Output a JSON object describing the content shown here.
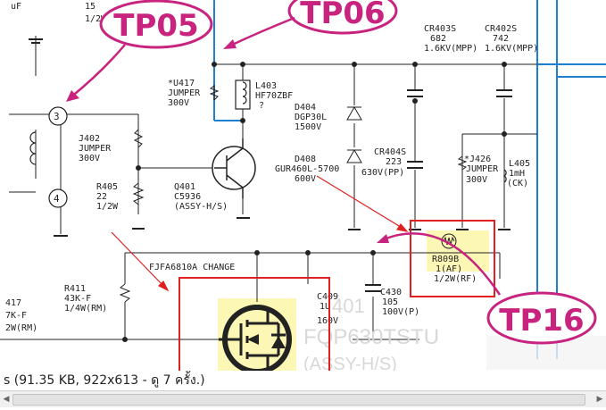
{
  "callouts": {
    "tp05": "TP05",
    "tp06": "TP06",
    "tp16": "TP16"
  },
  "labels": {
    "top_left_a": "uF",
    "top_left_b": "15",
    "top_left_c": "1/2W",
    "cr403s": [
      "CR403S",
      "682",
      "1.6KV(MPP)"
    ],
    "cr402s": [
      "CR402S",
      "742",
      "1.6KV(MPP)"
    ],
    "u417": [
      "*U417",
      "JUMPER",
      "300V"
    ],
    "l403": [
      "L403",
      "HF70ZBF",
      "?"
    ],
    "d404": [
      "D404",
      "DGP30L",
      "1500V"
    ],
    "j402": [
      "J402",
      "JUMPER",
      "300V"
    ],
    "r405": [
      "R405",
      "22",
      "1/2W"
    ],
    "q401": [
      "Q401",
      "C5936",
      "(ASSY-H/S)"
    ],
    "d408": [
      "D408",
      "GUR460L-5700",
      "600V"
    ],
    "cr404s": [
      "CR404S",
      "223",
      "630V(PP)"
    ],
    "j426": [
      "*J426",
      "JUMPER",
      "300V"
    ],
    "l405": [
      "L405",
      "1mH",
      "(CK)"
    ],
    "r809b": [
      "R809B",
      "1(AF)",
      "1/2W(RF)"
    ],
    "c430": [
      "C430",
      "105",
      "100V(P)"
    ],
    "fjfa": "FJFA6810A CHANGE",
    "r411": [
      "R411",
      "43K-F",
      "1/4W(RM)"
    ],
    "left_edge": [
      "417",
      "7K-F",
      "2W(RM)"
    ],
    "c_hidden": [
      "C409",
      "1U",
      "160V"
    ],
    "fqp": "FQP630TSTU",
    "assy": "(ASSY-H/S)",
    "num_401": "401"
  },
  "status": {
    "text": "s (91.35 KB, 922x613 - ดู 7 ครั้ง.)"
  },
  "colors": {
    "callout": "#c8237f",
    "blue_wire": "#1c7fd0",
    "highlight": "#fcf7b4",
    "red_box": "#e02020",
    "red_arrow": "#e02020"
  },
  "icons": {
    "scroll_left": "arrow-left-icon",
    "scroll_right": "arrow-right-icon"
  }
}
